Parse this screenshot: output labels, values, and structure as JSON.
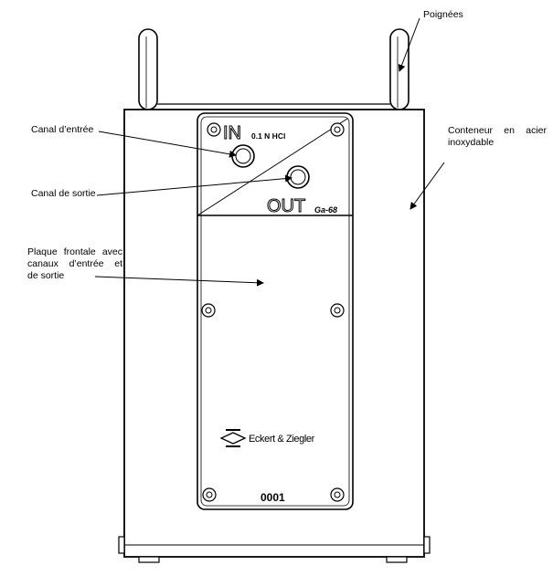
{
  "callouts": {
    "handles": "Poignées",
    "inlet": "Canal d’entrée",
    "outlet": "Canal de sortie",
    "container_line1": "Conteneur en acier",
    "container_line2": "inoxydable",
    "faceplate_line1": "Plaque frontale avec",
    "faceplate_line2": "canaux d’entrée et",
    "faceplate_line3": "de sortie"
  },
  "panel": {
    "in_label": "IN",
    "in_sublabel": "0.1 N HCl",
    "out_label": "OUT",
    "product_code": "Ga-68",
    "brand": "Eckert & Ziegler",
    "serial": "0001"
  }
}
